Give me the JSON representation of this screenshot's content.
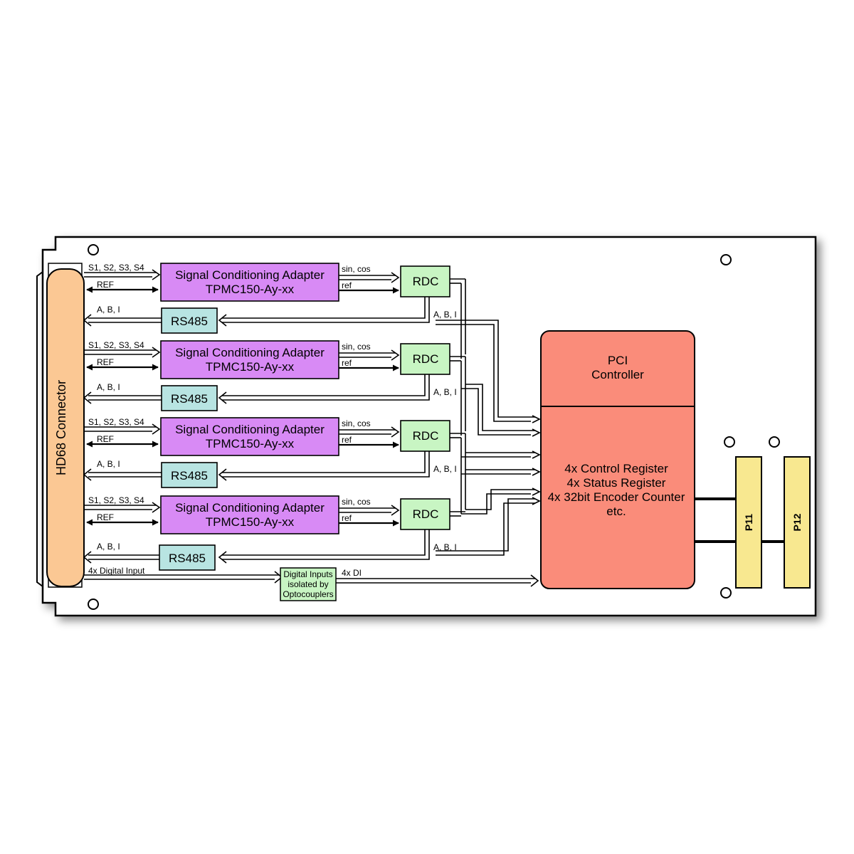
{
  "connector": {
    "label": "HD68 Connector"
  },
  "channels": [
    {
      "in_signals": "S1, S2, S3, S4",
      "ref_label": "REF",
      "adapter_line1": "Signal Conditioning Adapter",
      "adapter_line2": "TPMC150-Ay-xx",
      "sincos_label": "sin, cos",
      "ref_small": "ref",
      "rdc_label": "RDC",
      "abi_rdc": "A, B, I",
      "abi_left": "A, B, I",
      "rs485_label": "RS485"
    },
    {
      "in_signals": "S1, S2, S3, S4",
      "ref_label": "REF",
      "adapter_line1": "Signal Conditioning Adapter",
      "adapter_line2": "TPMC150-Ay-xx",
      "sincos_label": "sin, cos",
      "ref_small": "ref",
      "rdc_label": "RDC",
      "abi_rdc": "A, B, I",
      "abi_left": "A, B, I",
      "rs485_label": "RS485"
    },
    {
      "in_signals": "S1, S2, S3, S4",
      "ref_label": "REF",
      "adapter_line1": "Signal Conditioning Adapter",
      "adapter_line2": "TPMC150-Ay-xx",
      "sincos_label": "sin, cos",
      "ref_small": "ref",
      "rdc_label": "RDC",
      "abi_rdc": "A, B, I",
      "abi_left": "A, B, I",
      "rs485_label": "RS485"
    },
    {
      "in_signals": "S1, S2, S3, S4",
      "ref_label": "REF",
      "adapter_line1": "Signal Conditioning Adapter",
      "adapter_line2": "TPMC150-Ay-xx",
      "sincos_label": "sin, cos",
      "ref_small": "ref",
      "rdc_label": "RDC",
      "abi_rdc": "A, B, I",
      "abi_left": "A, B, I",
      "rs485_label": "RS485"
    }
  ],
  "digital": {
    "input_label": "4x Digital Input",
    "opto_line1": "Digital Inputs",
    "opto_line2": "isolated by",
    "opto_line3": "Optocouplers",
    "output_label": "4x DI"
  },
  "pci": {
    "title_line1": "PCI",
    "title_line2": "Controller",
    "reg_line1": "4x Control Register",
    "reg_line2": "4x Status Register",
    "reg_line3": "4x 32bit Encoder Counter",
    "reg_line4": "etc."
  },
  "connectors": {
    "p11": "P11",
    "p12": "P12"
  },
  "colors": {
    "adapter": "#d88af5",
    "rdc": "#c8f5c3",
    "rs485": "#b8e4e2",
    "pci": "#fa8c7a",
    "connector": "#fbc894",
    "pmc_connector": "#f8e890",
    "board": "#ffffff"
  }
}
